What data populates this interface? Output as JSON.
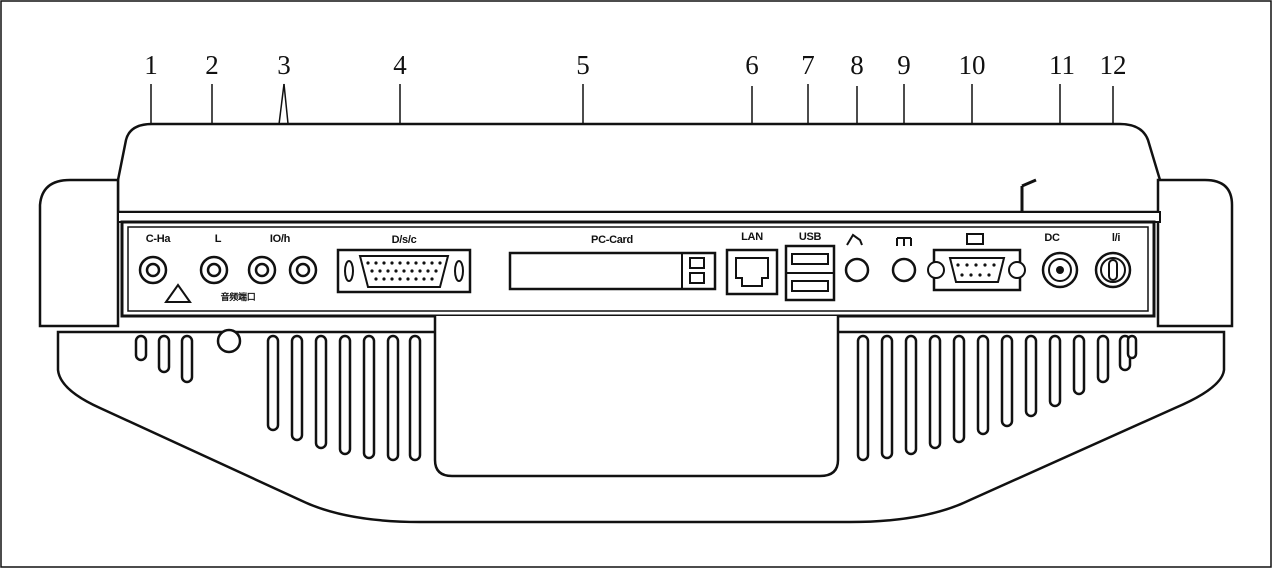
{
  "callouts": [
    "1",
    "2",
    "3",
    "4",
    "5",
    "6",
    "7",
    "8",
    "9",
    "10",
    "11",
    "12"
  ],
  "port_labels": {
    "port1": "C-Ha",
    "port2": "L",
    "port3": "IO/h",
    "port3_sub": "音频端口",
    "port4": "D/s/c",
    "port5": "PC-Card",
    "port6": "LAN",
    "port7": "USB",
    "port8": "",
    "port9": "",
    "port10": "",
    "port11": "DC",
    "port12": "l/i"
  },
  "colors": {
    "line": "#111111",
    "background": "#ffffff"
  }
}
